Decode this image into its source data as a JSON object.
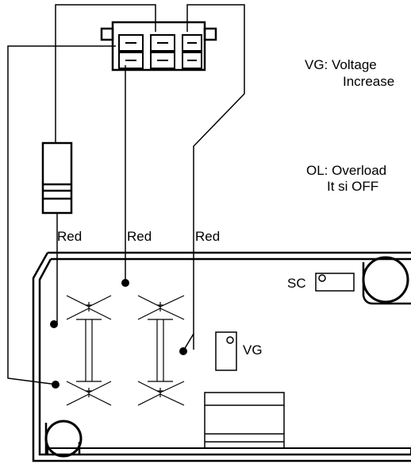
{
  "wire_labels": [
    "Red",
    "Red",
    "Red"
  ],
  "component_labels": {
    "sc": "SC",
    "vg": "VG"
  },
  "notes": {
    "vg_line1": "VG: Voltage",
    "vg_line2": "Increase",
    "ol_line1": "OL: Overload",
    "ol_line2": "It si OFF"
  },
  "colors": {
    "line": "#000000",
    "background": "#ffffff"
  }
}
